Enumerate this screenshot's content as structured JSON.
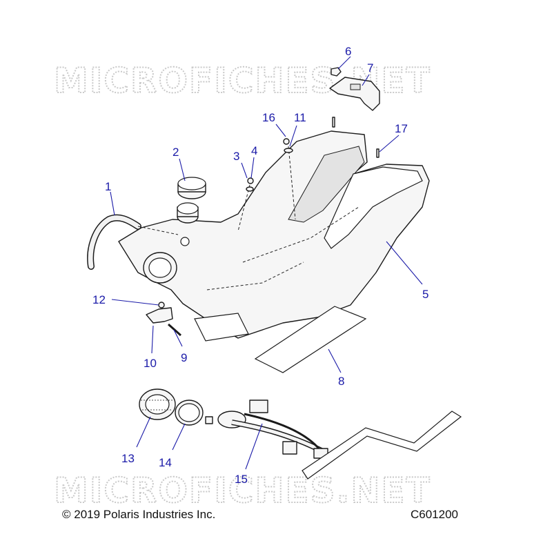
{
  "watermark": {
    "text": "MICROFICHES.NET"
  },
  "footer": {
    "copyright": "© 2019 Polaris Industries Inc.",
    "figure_code": "C601200"
  },
  "callouts": [
    "1",
    "2",
    "3",
    "4",
    "5",
    "6",
    "7",
    "8",
    "9",
    "10",
    "11",
    "12",
    "13",
    "14",
    "15",
    "16",
    "17"
  ]
}
